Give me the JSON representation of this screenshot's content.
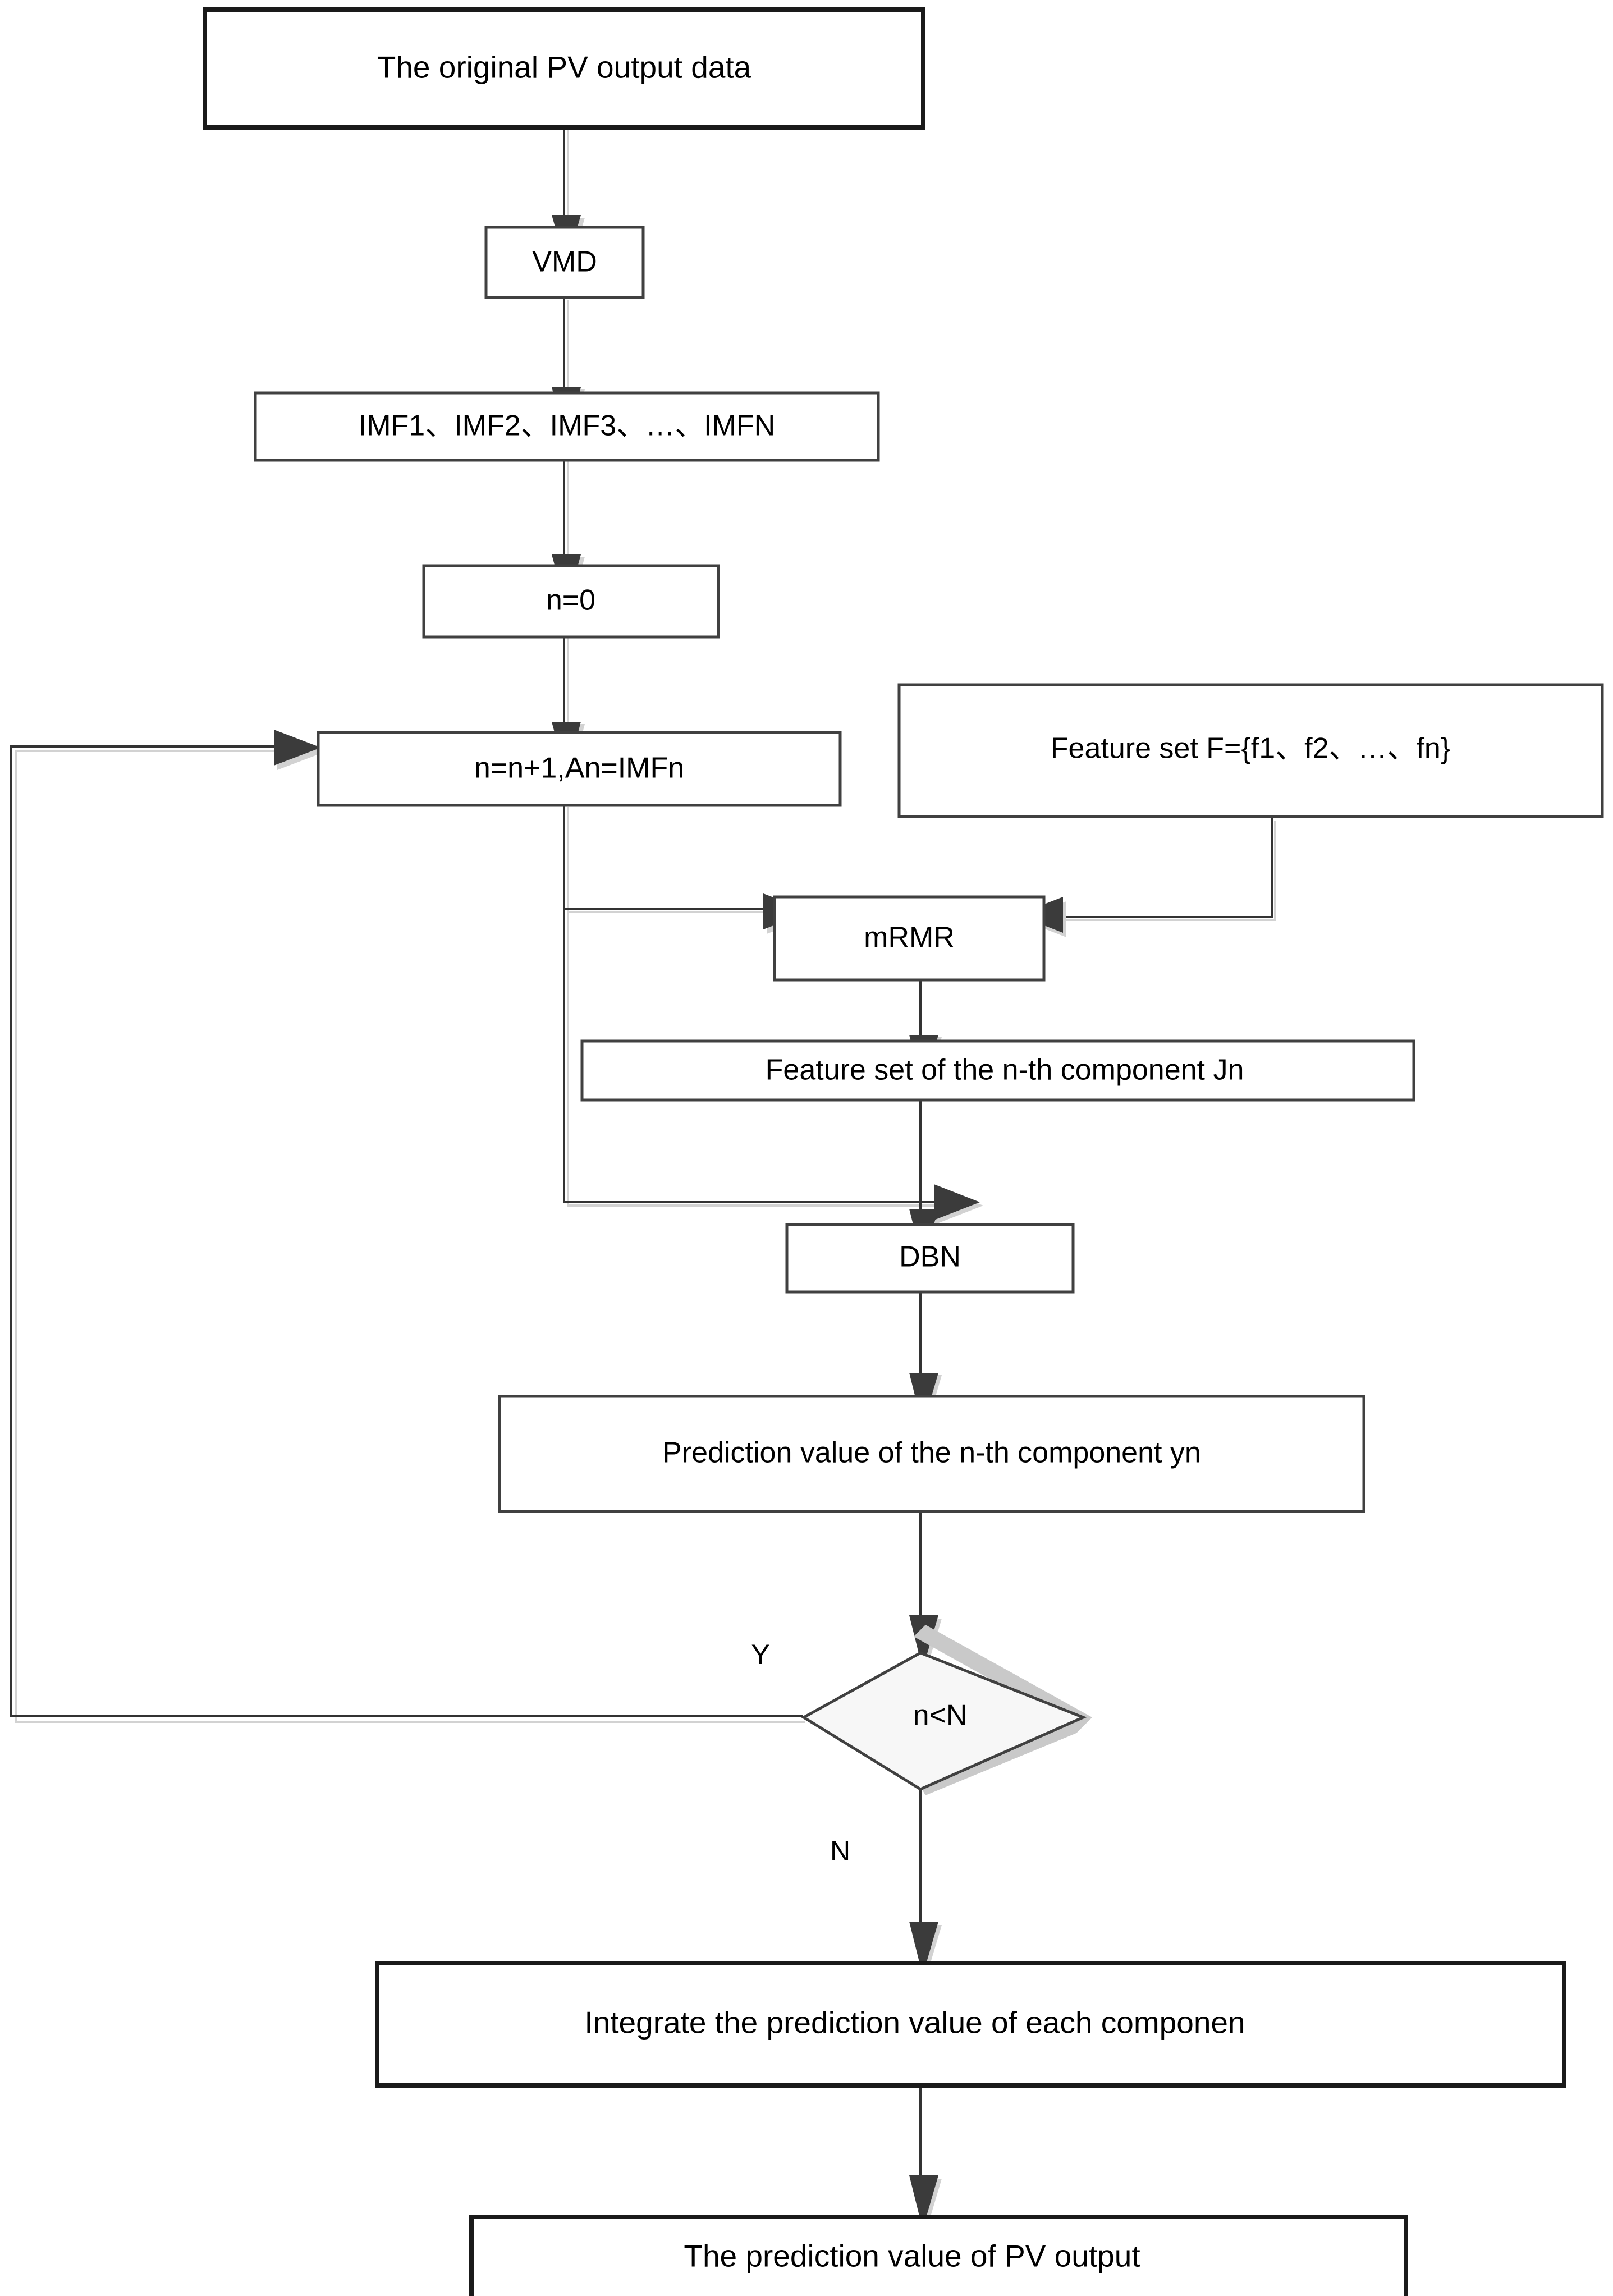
{
  "diagram": {
    "title": "PV output prediction flowchart",
    "type": "flowchart",
    "colors": {
      "box_stroke": "#404040",
      "box_stroke_heavy": "#1a1a1a",
      "box_fill": "#ffffff",
      "decision_fill": "#f7f7f7",
      "connector": "#333333",
      "shadow": "#c9c9c9",
      "arrowhead": "#3b3b3b",
      "background": "#ffffff"
    },
    "nodes": [
      {
        "id": "original_data",
        "shape": "rectangle",
        "label": "The original PV output data"
      },
      {
        "id": "vmd",
        "shape": "rectangle",
        "label": "VMD"
      },
      {
        "id": "imfs",
        "shape": "rectangle",
        "label": "IMF1、IMF2、IMF3、…、IMFN"
      },
      {
        "id": "n_init",
        "shape": "rectangle",
        "label": "n=0"
      },
      {
        "id": "n_increment",
        "shape": "rectangle",
        "label": "n=n+1,An=IMFn"
      },
      {
        "id": "feature_set",
        "shape": "rectangle",
        "label": "Feature set F={f1、f2、…、fn}"
      },
      {
        "id": "mrmr",
        "shape": "rectangle",
        "label": "mRMR"
      },
      {
        "id": "feature_set_n",
        "shape": "rectangle",
        "label": "Feature set of the n-th component Jn"
      },
      {
        "id": "dbn",
        "shape": "rectangle",
        "label": "DBN"
      },
      {
        "id": "prediction_n",
        "shape": "rectangle",
        "label": "Prediction value of the n-th component yn"
      },
      {
        "id": "decision",
        "shape": "diamond",
        "label": "n<N"
      },
      {
        "id": "integrate",
        "shape": "rectangle",
        "label": "Integrate the prediction value of each componen"
      },
      {
        "id": "final_output",
        "shape": "rectangle",
        "label": "The prediction value of PV output"
      }
    ],
    "edge_labels": {
      "yes": "Y",
      "no": "N"
    },
    "edges": [
      {
        "from": "original_data",
        "to": "vmd",
        "label": ""
      },
      {
        "from": "vmd",
        "to": "imfs",
        "label": ""
      },
      {
        "from": "imfs",
        "to": "n_init",
        "label": ""
      },
      {
        "from": "n_init",
        "to": "n_increment",
        "label": ""
      },
      {
        "from": "n_increment",
        "to": "mrmr",
        "label": ""
      },
      {
        "from": "feature_set",
        "to": "mrmr",
        "label": ""
      },
      {
        "from": "mrmr",
        "to": "feature_set_n",
        "label": ""
      },
      {
        "from": "feature_set_n",
        "to": "dbn",
        "label": ""
      },
      {
        "from": "n_increment",
        "to": "dbn",
        "label": ""
      },
      {
        "from": "dbn",
        "to": "prediction_n",
        "label": ""
      },
      {
        "from": "prediction_n",
        "to": "decision",
        "label": ""
      },
      {
        "from": "decision",
        "to": "n_increment",
        "label": "Y"
      },
      {
        "from": "decision",
        "to": "integrate",
        "label": "N"
      },
      {
        "from": "integrate",
        "to": "final_output",
        "label": ""
      }
    ]
  }
}
